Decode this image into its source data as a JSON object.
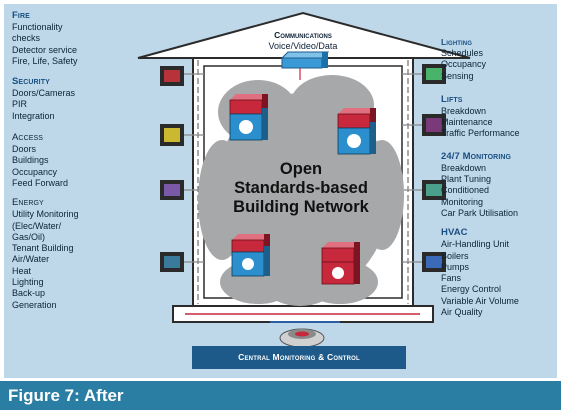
{
  "left_sections": [
    {
      "title": "Fire",
      "items": [
        "Functionality",
        "checks",
        "Detector service",
        "Fire, Life, Safety"
      ]
    },
    {
      "title": "Security",
      "items": [
        "Doors/Cameras",
        "PIR",
        "Integration"
      ]
    },
    {
      "title": "Access",
      "items": [
        "Doors",
        "Buildings",
        "Occupancy",
        "Feed Forward"
      ]
    },
    {
      "title": "Energy",
      "items": [
        "Utility Monitoring",
        "(Elec/Water/",
        "Gas/Oil)",
        "Tenant Building",
        "Air/Water",
        "Heat",
        "Lighting",
        "Back-up",
        "Generation"
      ]
    }
  ],
  "right_sections": [
    {
      "title": "Lighting",
      "items": [
        "Schedules",
        "Occupancy",
        "Sensing"
      ]
    },
    {
      "title": "Lifts",
      "items": [
        "Breakdown",
        "Maintenance",
        "Traffic Performance"
      ]
    },
    {
      "title": "24/7 Monitoring",
      "items": [
        "Breakdown",
        "Plant Tuning",
        "Conditioned",
        "Monitoring",
        "Car Park Utilisation"
      ]
    },
    {
      "title": "HVAC",
      "items": [
        "Air-Handling Unit",
        "Boilers",
        "Pumps",
        "Fans",
        "Energy Control",
        "Variable Air Volume",
        "Air Quality"
      ]
    }
  ],
  "communications": {
    "title": "Communications",
    "subtitle": "Voice/Video/Data"
  },
  "network_label": [
    "Open",
    "Standards-based",
    "Building Network"
  ],
  "central_label": "Central Monitoring & Control",
  "figure_caption": "Figure 7: After",
  "colors": {
    "frame_bg": "#bed8ea",
    "caption_bar": "#2a7ea3",
    "section_title": "#1a4f82",
    "switch_red": "#c8283c",
    "switch_blue": "#2a8fcc",
    "cloud": "#a6a8aa"
  }
}
